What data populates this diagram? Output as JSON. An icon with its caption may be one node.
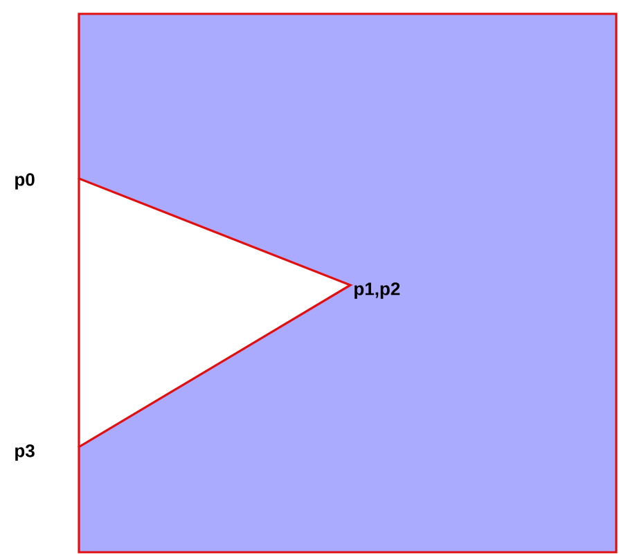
{
  "diagram": {
    "labels": [
      "p0",
      "p1,p2",
      "p3"
    ]
  }
}
